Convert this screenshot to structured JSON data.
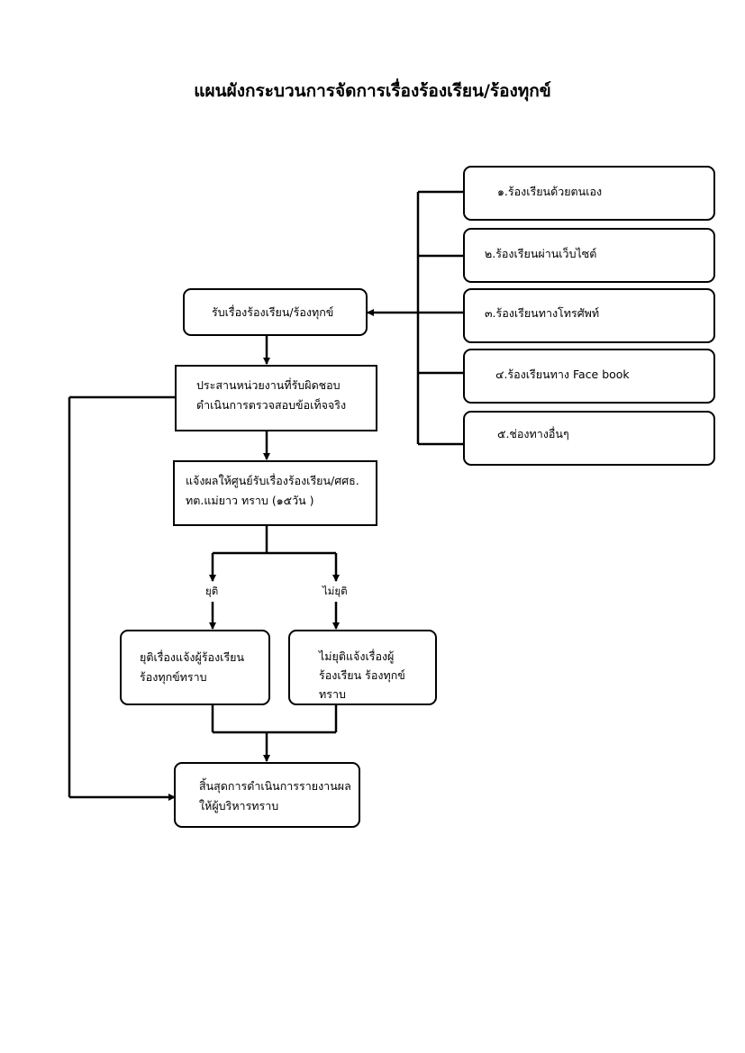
{
  "title": "แผนผังกระบวนการจัดการเรื่องร้องเรียน/ร้องทุกข์",
  "channels": [
    "๑.ร้องเรียนด้วยตนเอง",
    "๒.ร้องเรียนผ่านเว็บไซต์",
    "๓.ร้องเรียนทางโทรศัพท์",
    "๔.ร้องเรียนทาง Face book",
    "๕.ช่องทางอื่นๆ"
  ],
  "steps": {
    "receive": "รับเรื่องร้องเรียน/ร้องทุกข์",
    "coordinate_line1": "ประสานหน่วยงานที่รับผิดชอบ",
    "coordinate_line2": "ดำเนินการตรวจสอบข้อเท็จจริง",
    "notify_line1": "แจ้งผลให้ศูนย์รับเรื่องร้องเรียน/ศศธ.",
    "notify_line2": "ทต.แม่ยาว ทราบ (๑๕วัน )",
    "branch_end": "ยุติ",
    "branch_not_end": "ไม่ยุติ",
    "end_line1": "ยุติเรื่องแจ้งผู้ร้องเรียน",
    "end_line2": "ร้องทุกข์ทราบ",
    "not_end_line1": "ไม่ยุติแจ้งเรื่องผู้",
    "not_end_line2": "ร้องเรียน ร้องทุกข์",
    "not_end_line3": "ทราบ",
    "final_line1": "สิ้นสุดการดำเนินการรายงานผล",
    "final_line2": "ให้ผู้บริหารทราบ"
  }
}
